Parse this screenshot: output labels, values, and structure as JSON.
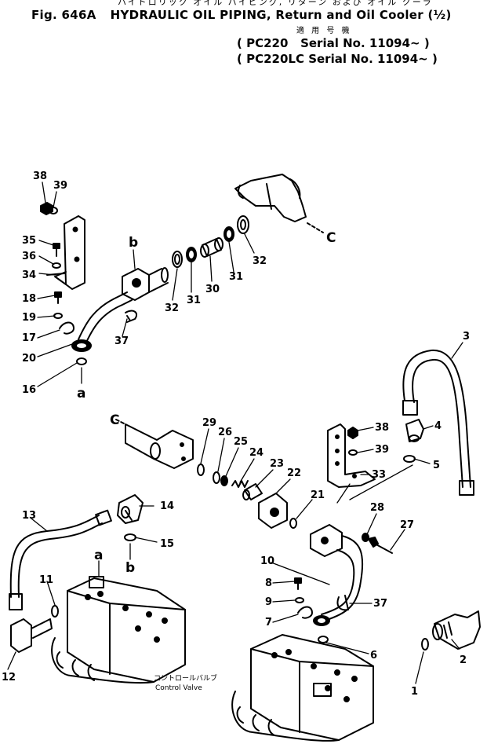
{
  "header": {
    "japanese_title": "ハイドロリック オイル パイピング, リターン および オイル クーラ",
    "fig_no": "Fig. 646A",
    "title": "HYDRAULIC OIL PIPING, Return and Oil Cooler (½)",
    "applicable_label": "適 用 号 機",
    "models": [
      {
        "model": "PC220",
        "serial": "Serial No. 11094~"
      },
      {
        "model": "PC220LC",
        "serial": "Serial No. 11094~"
      }
    ]
  },
  "callouts": {
    "a": "a",
    "b": "b",
    "c": "C"
  },
  "parts": [
    "1",
    "2",
    "3",
    "4",
    "5",
    "6",
    "7",
    "8",
    "9",
    "10",
    "11",
    "12",
    "13",
    "14",
    "15",
    "16",
    "17",
    "18",
    "19",
    "20",
    "21",
    "22",
    "23",
    "24",
    "25",
    "26",
    "27",
    "28",
    "29",
    "30",
    "31",
    "32",
    "33",
    "34",
    "35",
    "36",
    "37",
    "38",
    "39"
  ],
  "captions": {
    "control_valve_jp": "コントロールバルブ",
    "control_valve_en": "Control Valve"
  }
}
